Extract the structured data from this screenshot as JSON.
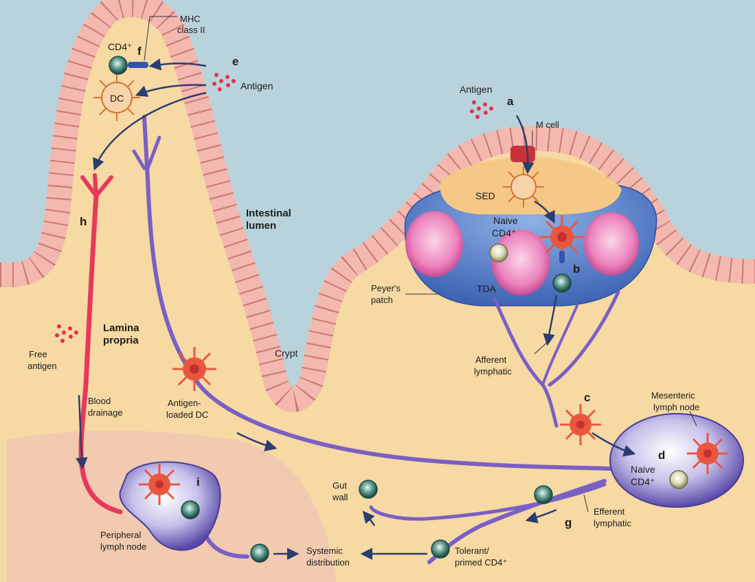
{
  "labels": {
    "mhc": "MHC",
    "mhc_class": "class II",
    "cd4_top": "CD4⁺",
    "dc": "DC",
    "antigen_villus": "Antigen",
    "antigen_patch": "Antigen",
    "m_cell": "M cell",
    "sed": "SED",
    "naive_line1": "Naive",
    "naive_line2": "CD4⁺",
    "tda": "TDA",
    "peyers_line1": "Peyer's",
    "peyers_line2": "patch",
    "lumen_line1": "Intestinal",
    "lumen_line2": "lumen",
    "lamina_line1": "Lamina",
    "lamina_line2": "propria",
    "free_line1": "Free",
    "free_line2": "antigen",
    "crypt": "Crypt",
    "afferent_line1": "Afferent",
    "afferent_line2": "lymphatic",
    "blood_line1": "Blood",
    "blood_line2": "drainage",
    "loaded_line1": "Antigen-",
    "loaded_line2": "loaded DC",
    "mes_line1": "Mesenteric",
    "mes_line2": "lymph node",
    "node_naive1": "Naive",
    "node_naive2": "CD4⁺",
    "gut_line1": "Gut",
    "gut_line2": "wall",
    "efferent_line1": "Efferent",
    "efferent_line2": "lymphatic",
    "periph_line1": "Peripheral",
    "periph_line2": "lymph node",
    "systemic_line1": "Systemic",
    "systemic_line2": "distribution",
    "tolerant_line1": "Tolerant/",
    "tolerant_line2": "primed CD4⁺"
  },
  "step_letters": {
    "a": "a",
    "b": "b",
    "c": "c",
    "d": "d",
    "e": "e",
    "f": "f",
    "g": "g",
    "h": "h",
    "i": "i"
  },
  "colors": {
    "lumen": "#b9d3dc",
    "tissue": "#f6d9a3",
    "epithelium": "#f3b8b0",
    "peyers_dome": "#5b82c9",
    "follicle": "#e86fb0",
    "blood": "#e8395a",
    "lymphatic": "#7a5fc4",
    "node": "#6a5bb8",
    "dc": "#d94a3a"
  }
}
